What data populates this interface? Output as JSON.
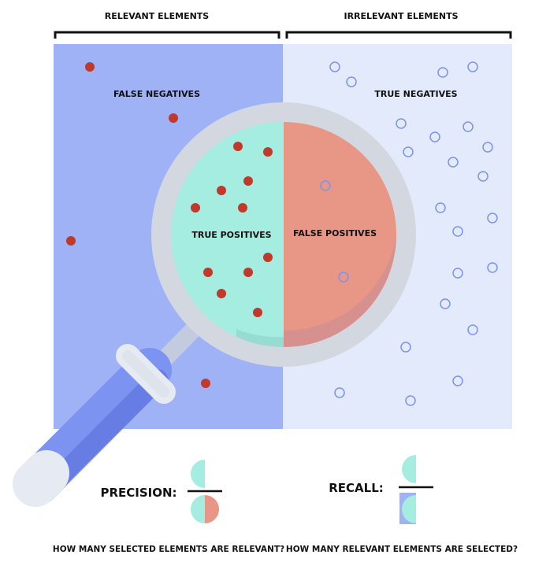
{
  "header": {
    "relevant_label": "RELEVANT ELEMENTS",
    "irrelevant_label": "IRRELEVANT ELEMENTS"
  },
  "regions": {
    "false_negatives": "FALSE NEGATIVES",
    "true_negatives": "TRUE NEGATIVES",
    "true_positives": "TRUE POSITIVES",
    "false_positives": "FALSE POSITIVES"
  },
  "formulas": {
    "precision_label": "PRECISION:",
    "recall_label": "RECALL:",
    "precision_question": "HOW MANY SELECTED ELEMENTS ARE RELEVANT?",
    "recall_question": "HOW MANY RELEVANT ELEMENTS ARE SELECTED?"
  },
  "colors": {
    "relevant_bg": "#9fb2f6",
    "irrelevant_bg": "#e3eafb",
    "true_positive": "#a4ede0",
    "false_positive": "#e89686",
    "relevant_dot": "#c0392b",
    "irrelevant_dot": "#7b93ee",
    "lens_ring": "#d3d7e0",
    "handle": "#7c93f1"
  }
}
